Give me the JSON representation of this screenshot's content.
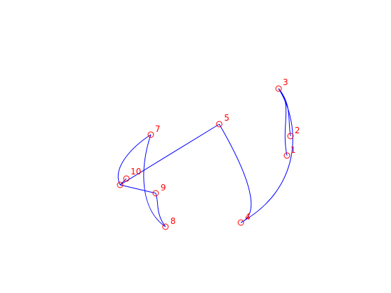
{
  "figure": {
    "nodes": [
      {
        "id": "1",
        "label": "1"
      },
      {
        "id": "2",
        "label": "2"
      },
      {
        "id": "3",
        "label": "3"
      },
      {
        "id": "4",
        "label": "4"
      },
      {
        "id": "5",
        "label": "5"
      },
      {
        "id": "6",
        "label": ""
      },
      {
        "id": "7",
        "label": "7"
      },
      {
        "id": "8",
        "label": "8"
      },
      {
        "id": "9",
        "label": "9"
      },
      {
        "id": "10",
        "label": "10"
      }
    ],
    "edges": [
      {
        "from": "1",
        "to": "3"
      },
      {
        "from": "2",
        "to": "3"
      },
      {
        "from": "3",
        "to": "4"
      },
      {
        "from": "4",
        "to": "5"
      },
      {
        "from": "5",
        "to": "6"
      },
      {
        "from": "6",
        "to": "7"
      },
      {
        "from": "7",
        "to": "8"
      },
      {
        "from": "8",
        "to": "9"
      },
      {
        "from": "9",
        "to": "6"
      },
      {
        "from": "6",
        "to": "10"
      }
    ],
    "colors": {
      "edge": "#0000ff",
      "node": "#ff0000",
      "label": "#ff0000",
      "background": "#ffffff"
    }
  }
}
